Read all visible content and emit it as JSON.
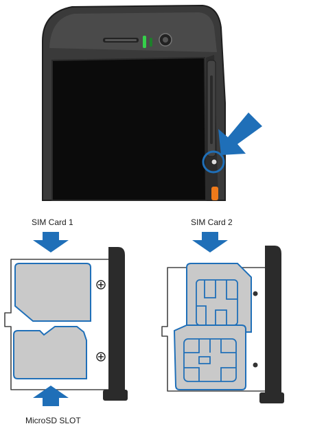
{
  "labels": {
    "sim1": "SIM Card 1",
    "sim2": "SIM Card 2",
    "microsd": "MicroSD SLOT"
  },
  "colors": {
    "accent_blue": "#1f6fb8",
    "card_fill": "#c9c9c9",
    "device_body": "#3a3a3a",
    "screen": "#0b0b0b",
    "led_green": "#35d04a",
    "button_orange": "#f07a1a"
  },
  "icons": [
    "arrow-down-icon",
    "arrow-up-icon",
    "arrow-diagonal-icon",
    "plus-circle-icon",
    "hole-highlight-circle"
  ]
}
